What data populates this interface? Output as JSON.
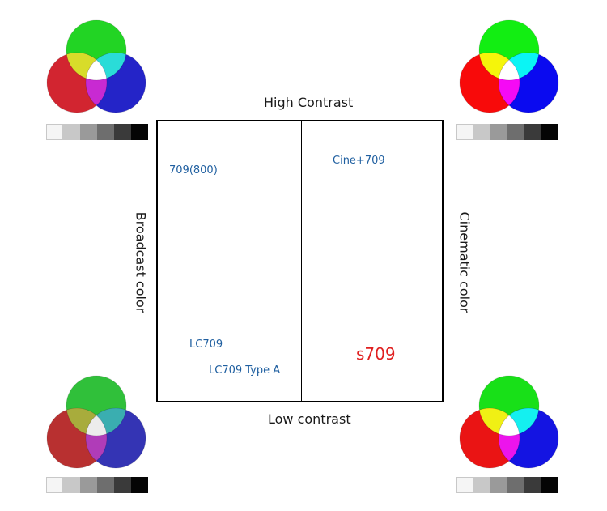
{
  "axes": {
    "top": "High Contrast",
    "bottom": "Low contrast",
    "left": "Broadcast color",
    "right": "Cinematic color"
  },
  "profiles": {
    "p709_800": "709(800)",
    "cine709": "Cine+709",
    "lc709": "LC709",
    "lc709_type_a": "LC709 Type A",
    "s709": "s709"
  },
  "colors": {
    "profile_text": "#1f5fa0",
    "s709_text": "#e02020",
    "grayscale": [
      "#f5f5f5",
      "#c8c8c8",
      "#9a9a9a",
      "#6e6e6e",
      "#3a3a3a",
      "#050505"
    ]
  },
  "venn_variants": {
    "top_left": {
      "red": "#d22530",
      "green": "#22d424",
      "blue": "#2424c8",
      "yellow": "#d8dc2a",
      "cyan": "#2adcd8",
      "magenta": "#c82ad2",
      "white": "#ffffff"
    },
    "top_right": {
      "red": "#f80a0a",
      "green": "#12ee12",
      "blue": "#0a0af0",
      "yellow": "#f5f50a",
      "cyan": "#0af5f5",
      "magenta": "#f50af5",
      "white": "#ffffff"
    },
    "bottom_left": {
      "red": "#b83030",
      "green": "#30c03a",
      "blue": "#3434b4",
      "yellow": "#a8ac3c",
      "cyan": "#3aaeb0",
      "magenta": "#b03cb8",
      "white": "#ececec"
    },
    "bottom_right": {
      "red": "#ea1414",
      "green": "#18e018",
      "blue": "#1414e2",
      "yellow": "#f0f014",
      "cyan": "#14f0f0",
      "magenta": "#ec14ec",
      "white": "#ffffff"
    }
  }
}
